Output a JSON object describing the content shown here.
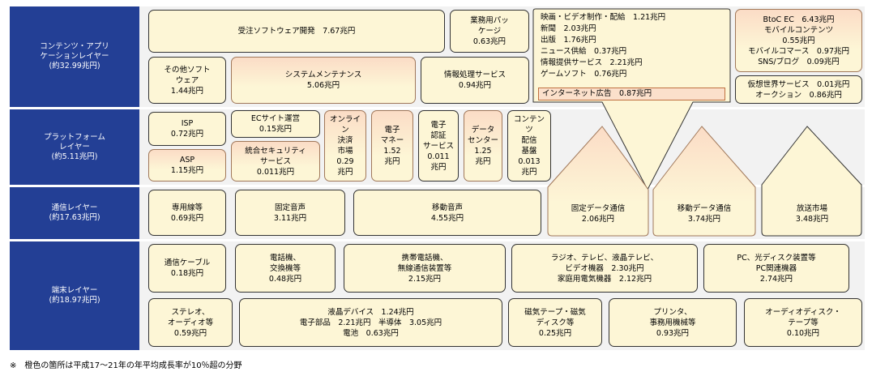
{
  "layers": {
    "content": "コンテンツ・アプリ\nケーションレイヤー\n(約32.99兆円)",
    "platform": "プラットフォーム\nレイヤー\n(約5.11兆円)",
    "network": "通信レイヤー\n(約17.63兆円)",
    "terminal": "端末レイヤー\n(約18.97兆円)"
  },
  "content": {
    "contract_software": "受注ソフトウェア開発　7.67兆円",
    "business_package": "業務用パッ\nケージ\n0.63兆円",
    "other_software": "その他ソフト\nウェア\n1.44兆円",
    "system_maintenance": "システムメンテナンス\n5.06兆円",
    "info_processing": "情報処理サービス\n0.94兆円",
    "media_list": "映画・ビデオ制作・配給　1.21兆円\n新聞　2.03兆円\n出版　1.76兆円\nニュース供給　0.37兆円\n情報提供サービス　2.21兆円\nゲームソフト　0.76兆円",
    "internet_ad": "インターネット広告　0.87兆円",
    "btoc": "BtoC EC　6.43兆円\nモバイルコンテンツ\n0.55兆円\nモバイルコマース　0.97兆円\nSNS/ブログ　0.09兆円",
    "virtual_world": "仮想世界サービス　0.01兆円\nオークション　0.86兆円"
  },
  "platform": {
    "isp": "ISP\n0.72兆円",
    "asp": "ASP\n1.15兆円",
    "ec_site": "ECサイト運営\n0.15兆円",
    "integrated_security": "統合セキュリティ\nサービス\n0.011兆円",
    "online_payment": "オンライン\n決済\n市場\n0.29\n兆円",
    "e_money": "電子\nマネー\n1.52\n兆円",
    "e_auth": "電子\n認証\nサービス\n0.011\n兆円",
    "data_center": "データ\nセンター\n1.25\n兆円",
    "content_delivery": "コンテンツ\n配信\n基盤\n0.013\n兆円"
  },
  "network": {
    "leased_line": "専用線等\n0.69兆円",
    "fixed_voice": "固定音声\n3.11兆円",
    "mobile_voice": "移動音声\n4.55兆円",
    "fixed_data": "固定データ通信\n2.06兆円",
    "mobile_data": "移動データ通信\n3.74兆円",
    "broadcast": "放送市場\n3.48兆円"
  },
  "terminal": {
    "comm_cable": "通信ケーブル\n0.18兆円",
    "telephone": "電話機、\n交換機等\n0.48兆円",
    "mobile_phone": "携帯電話機、\n無線通信装置等\n2.15兆円",
    "av_devices": "ラジオ、テレビ、液晶テレビ、\nビデオ機器　2.30兆円\n家庭用電気機器　2.12兆円",
    "pc": "PC、光ディスク装置等\nPC関連機器\n2.74兆円",
    "stereo": "ステレオ、\nオーディオ等\n0.59兆円",
    "components": "液晶デバイス　1.24兆円\n電子部品　2.21兆円　半導体　3.05兆円\n電池　0.63兆円",
    "magnetic_tape": "磁気テープ・磁気\nディスク等\n0.25兆円",
    "printer": "プリンタ、\n事務用機械等\n0.93兆円",
    "audio_disc": "オーディオディスク・\nテープ等\n0.10兆円"
  },
  "note": "※　橙色の箇所は平成17～21年の年平均成長率が10％超の分野",
  "colors": {
    "layer_label": "#233f95",
    "box": "#fdf6d6",
    "orange": "#fbdcc6",
    "band": "#f2f2f2"
  }
}
